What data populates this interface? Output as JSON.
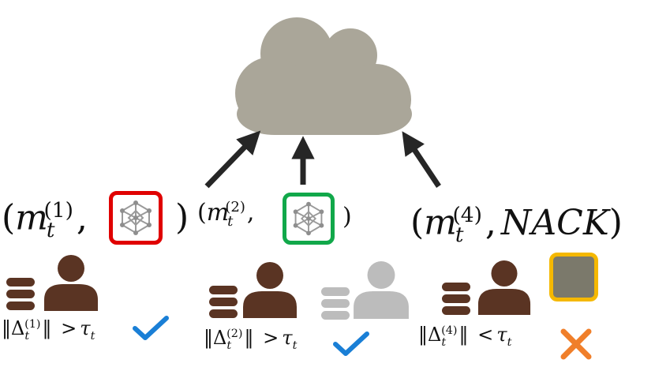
{
  "diagram": {
    "server": {
      "icon": "cloud-icon",
      "color": "#aaa699"
    },
    "clients": [
      {
        "message": {
          "open": "(",
          "symbol": "m",
          "sub": "t",
          "sup": "(1)",
          "sep": ",",
          "close": ")"
        },
        "payload": {
          "icon": "neural-network-model-icon",
          "border_color": "#e00000"
        },
        "condition": {
          "norm_open": "‖Δ",
          "sub": "t",
          "sup": "(1)",
          "norm_close": "‖",
          "op": ">",
          "threshold": "τ",
          "threshold_sub": "t"
        },
        "status": {
          "icon": "checkmark-icon",
          "color": "#1a7fd6"
        },
        "participant_icons": [
          "database-icon",
          "user-icon"
        ]
      },
      {
        "message": {
          "open": "(",
          "symbol": "m",
          "sub": "t",
          "sup": "(2)",
          "sep": ",",
          "close": ")"
        },
        "payload": {
          "icon": "neural-network-model-icon",
          "border_color": "#11a84a"
        },
        "condition": {
          "norm_open": "‖Δ",
          "sub": "t",
          "sup": "(2)",
          "norm_close": "‖",
          "op": ">",
          "threshold": "τ",
          "threshold_sub": "t"
        },
        "status": {
          "icon": "checkmark-icon",
          "color": "#1a7fd6"
        },
        "participant_icons": [
          "database-icon",
          "user-icon",
          "database-icon",
          "user-icon"
        ]
      },
      {
        "message": {
          "open": "(",
          "symbol": "m",
          "sub": "t",
          "sup": "(4)",
          "sep": ",",
          "payload_text": "NACK",
          "close": ")"
        },
        "payload": {
          "icon": "gray-square-icon",
          "border_color": "#f5b800"
        },
        "condition": {
          "norm_open": "‖Δ",
          "sub": "t",
          "sup": "(4)",
          "norm_close": "‖",
          "op": "<",
          "threshold": "τ",
          "threshold_sub": "t"
        },
        "status": {
          "icon": "cross-icon",
          "color": "#f07f2a"
        },
        "participant_icons": [
          "database-icon",
          "user-icon"
        ]
      }
    ],
    "colors": {
      "active_user": "#5a3423",
      "inactive_user": "#bcbcbc",
      "arrow": "#262626"
    }
  }
}
